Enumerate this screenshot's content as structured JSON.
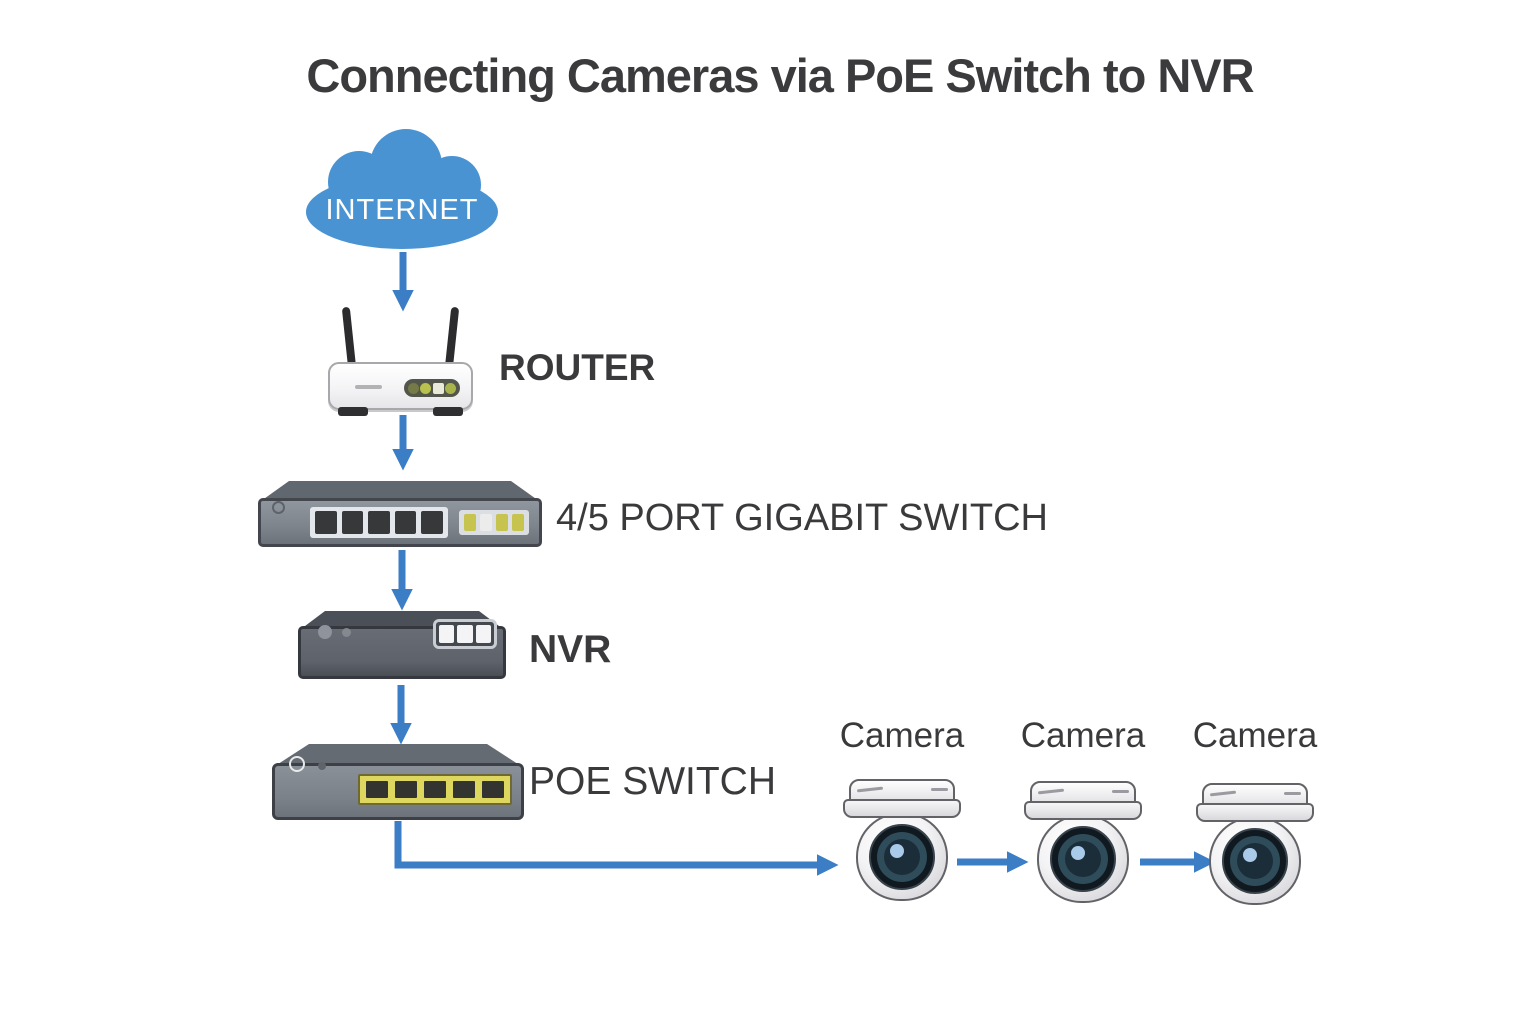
{
  "title": "Connecting Cameras via PoE Switch to NVR",
  "colors": {
    "cloud_blue": "#4a93d2",
    "arrow_blue": "#3b7ec6",
    "label_text": "#3a3a3c",
    "poe_port_yellow": "#ddd65f",
    "switch_gray": "#7e848c",
    "nvr_gray": "#5e626a"
  },
  "nodes": {
    "internet": {
      "label": "INTERNET",
      "icon": "cloud-icon"
    },
    "router": {
      "label": "ROUTER",
      "icon": "router-icon",
      "antennas": 2,
      "leds": 4
    },
    "gigabit_switch": {
      "label": "4/5 PORT GIGABIT SWITCH",
      "icon": "network-switch-icon",
      "ports": 5,
      "leds": 4
    },
    "nvr": {
      "label": "NVR",
      "icon": "nvr-icon",
      "front_slots": 3,
      "buttons": 2
    },
    "poe_switch": {
      "label": "POE SWITCH",
      "icon": "poe-switch-icon",
      "ports": 5
    },
    "cameras": [
      {
        "label": "Camera",
        "icon": "dome-camera-icon"
      },
      {
        "label": "Camera",
        "icon": "dome-camera-icon"
      },
      {
        "label": "Camera",
        "icon": "dome-camera-icon"
      }
    ]
  },
  "connections": [
    {
      "from": "internet",
      "to": "router"
    },
    {
      "from": "router",
      "to": "gigabit_switch"
    },
    {
      "from": "gigabit_switch",
      "to": "nvr"
    },
    {
      "from": "nvr",
      "to": "poe_switch"
    },
    {
      "from": "poe_switch",
      "to": "camera-1"
    },
    {
      "from": "camera-1",
      "to": "camera-2"
    },
    {
      "from": "camera-2",
      "to": "camera-3"
    }
  ]
}
